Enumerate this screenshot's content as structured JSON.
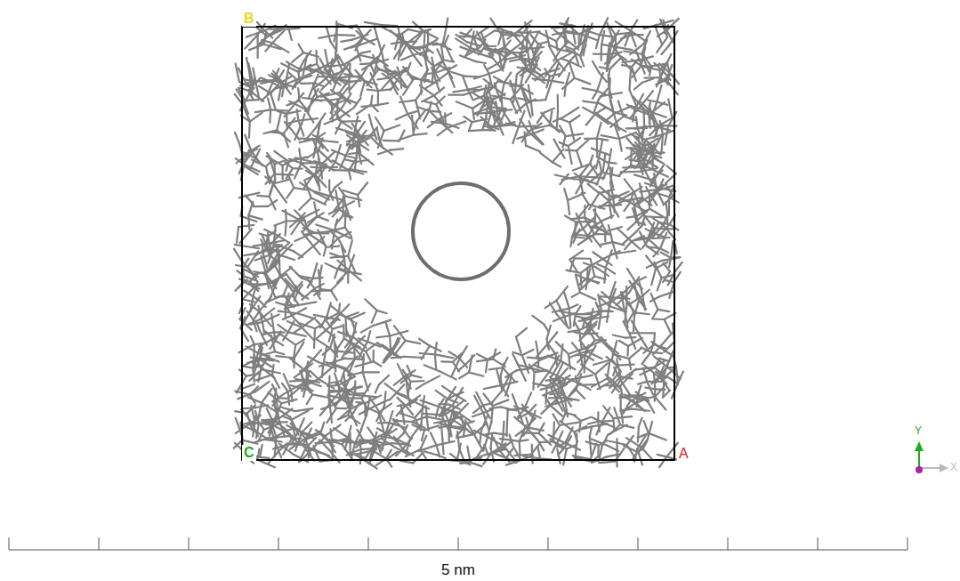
{
  "diagram": {
    "labels": [
      "B",
      "C",
      "A",
      "Y",
      "X",
      "5 nm"
    ]
  }
}
